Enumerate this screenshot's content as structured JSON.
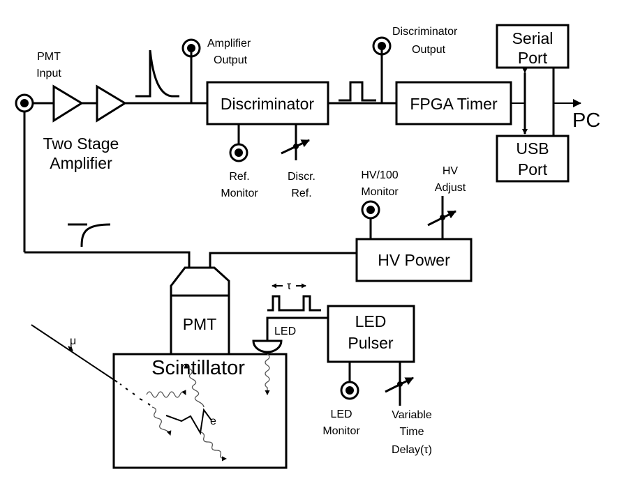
{
  "diagram": {
    "type": "block-diagram",
    "colors": {
      "line": "#000000",
      "background": "#ffffff",
      "photon": "#555555"
    },
    "blocks": {
      "discriminator": "Discriminator",
      "fpga_timer": "FPGA Timer",
      "serial_port": [
        "Serial",
        "Port"
      ],
      "usb_port": [
        "USB",
        "Port"
      ],
      "hv_power": "HV Power",
      "pmt": "PMT",
      "scintillator": "Scintillator",
      "led_pulser": [
        "LED",
        "Pulser"
      ]
    },
    "labels": {
      "pmt_input": [
        "PMT",
        "Input"
      ],
      "two_stage_amplifier": [
        "Two Stage",
        "Amplifier"
      ],
      "amplifier_output": [
        "Amplifier",
        "Output"
      ],
      "discriminator_output": [
        "Discriminator",
        "Output"
      ],
      "ref_monitor": [
        "Ref.",
        "Monitor"
      ],
      "discr_ref": [
        "Discr.",
        "Ref."
      ],
      "hv100_monitor": [
        "HV/100",
        "Monitor"
      ],
      "hv_adjust": [
        "HV",
        "Adjust"
      ],
      "pc": "PC",
      "led": "LED",
      "tau": "τ",
      "muon": "μ",
      "electron": "e",
      "led_monitor": [
        "LED",
        "Monitor"
      ],
      "variable_time_delay": [
        "Variable",
        "Time",
        "Delay(τ)"
      ]
    },
    "connections": [
      [
        "pmt_input",
        "amplifier_stage_1"
      ],
      [
        "amplifier_stage_1",
        "amplifier_stage_2"
      ],
      [
        "amplifier_stage_2",
        "discriminator"
      ],
      [
        "discriminator",
        "fpga_timer"
      ],
      [
        "fpga_timer",
        "serial_port"
      ],
      [
        "fpga_timer",
        "usb_port"
      ],
      [
        "serial_port",
        "pc"
      ],
      [
        "usb_port",
        "pc"
      ],
      [
        "pmt",
        "pmt_input"
      ],
      [
        "hv_power",
        "pmt"
      ],
      [
        "led_pulser",
        "led"
      ]
    ]
  }
}
